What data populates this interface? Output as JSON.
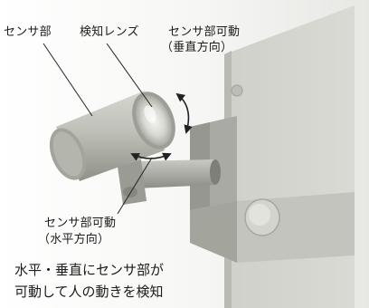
{
  "labels": {
    "sensor_part": "センサ部",
    "detection_lens": "検知レンズ",
    "vertical_movable": "センサ部可動",
    "vertical_direction": "（垂直方向）",
    "horizontal_movable": "センサ部可動",
    "horizontal_direction": "（水平方向）"
  },
  "caption": {
    "line1": "水平・垂直にセンサ部が",
    "line2": "可動して人の動きを検知"
  }
}
